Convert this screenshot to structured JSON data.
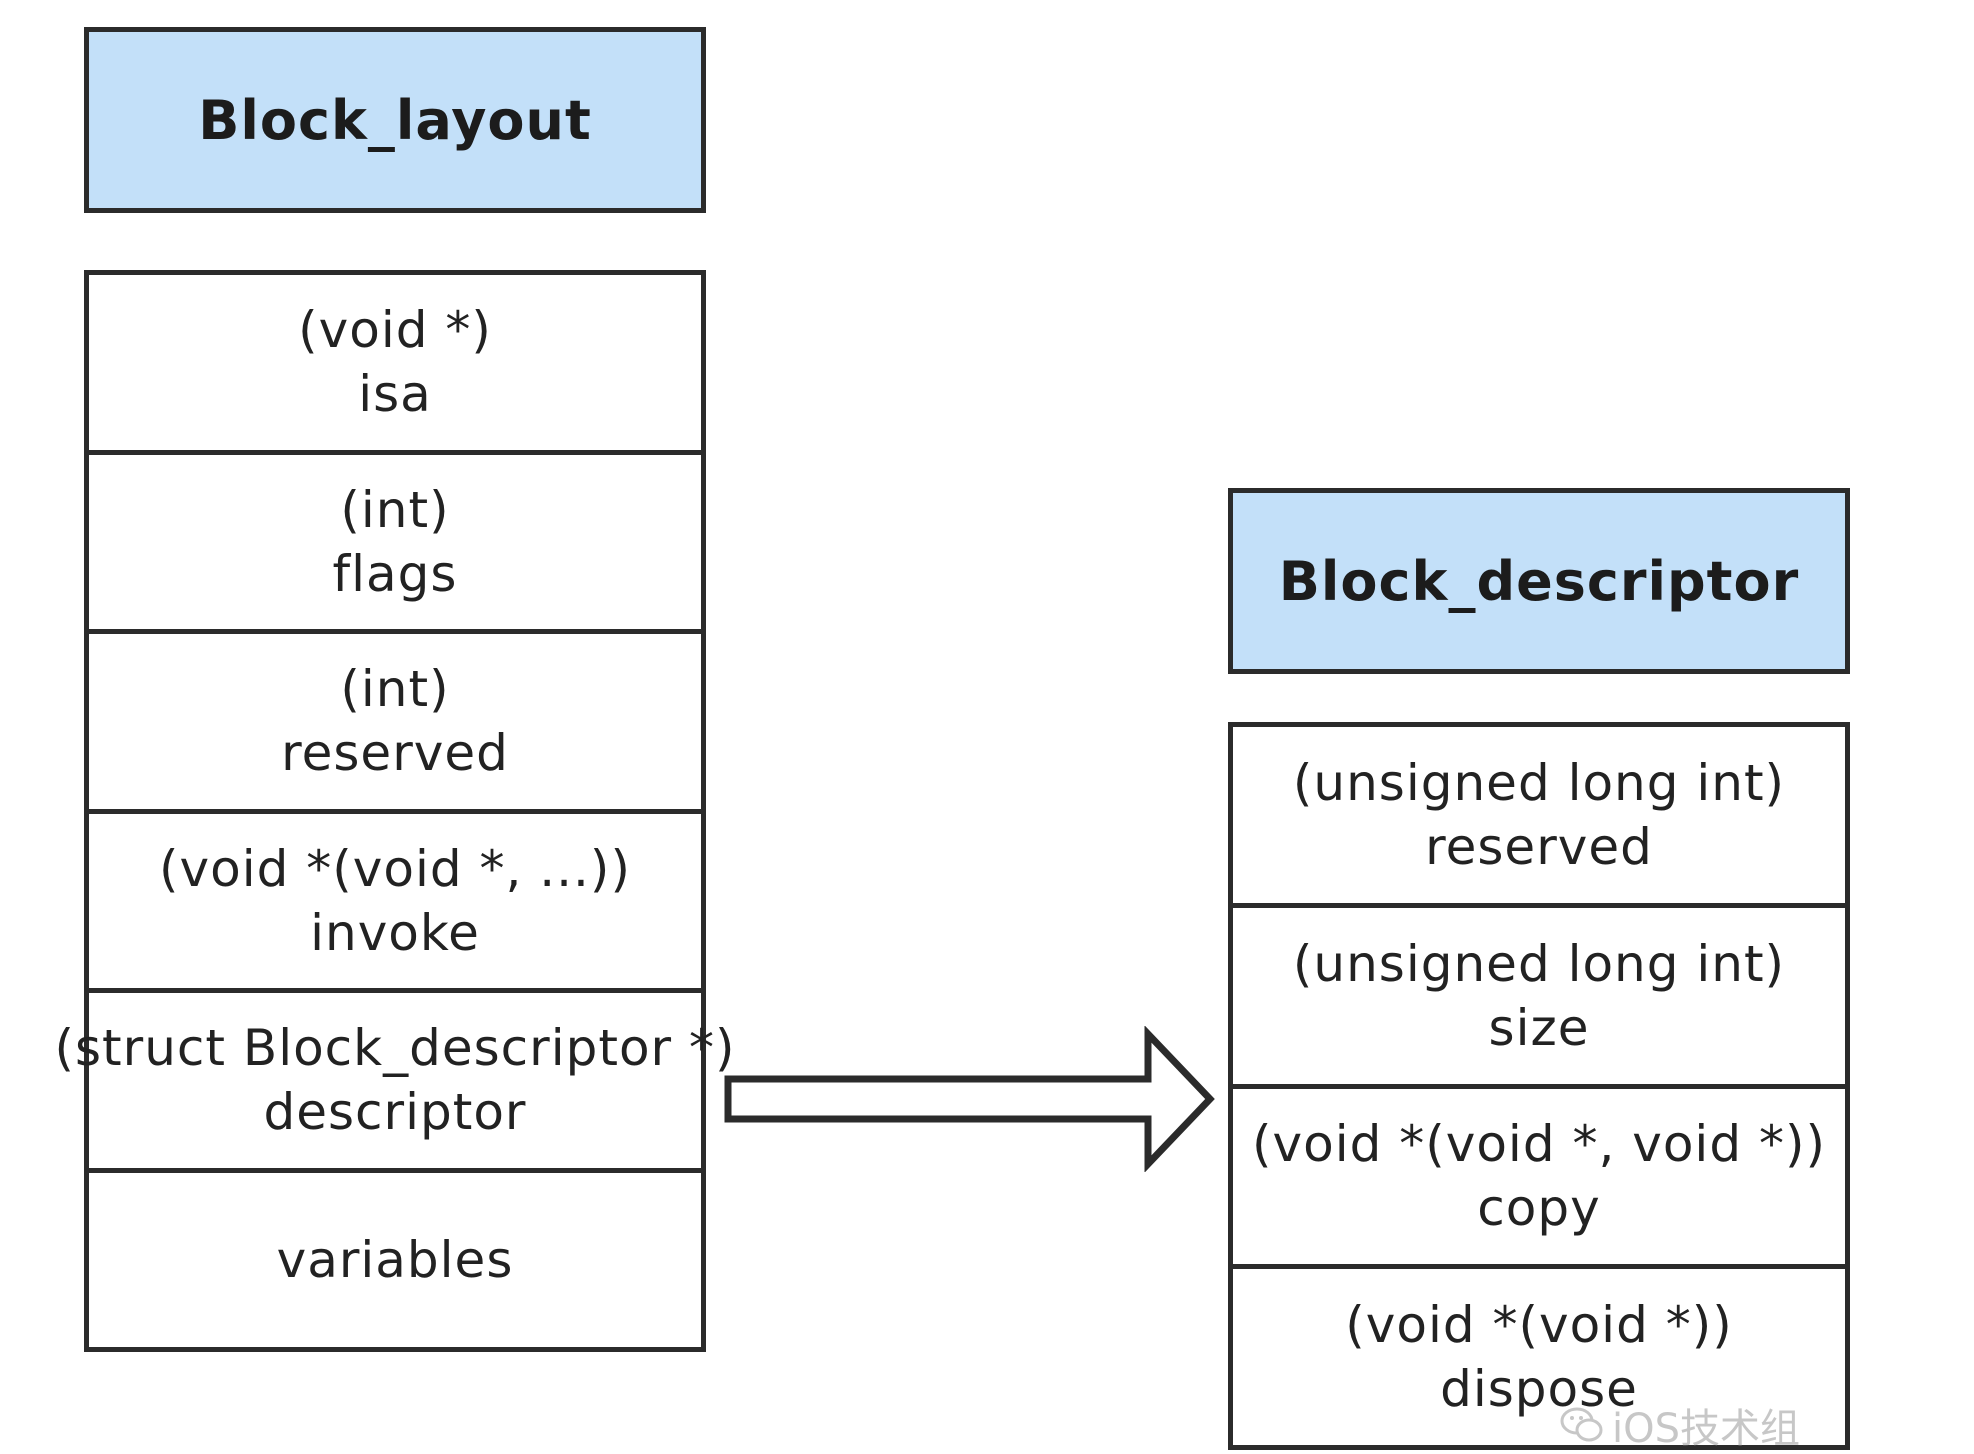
{
  "block_layout": {
    "title": "Block_layout",
    "fields": [
      {
        "type": "(void *)",
        "name": "isa"
      },
      {
        "type": "(int)",
        "name": "flags"
      },
      {
        "type": "(int)",
        "name": "reserved"
      },
      {
        "type": "(void *(void *, ...))",
        "name": "invoke"
      },
      {
        "type": "(struct Block_descriptor *)",
        "name": "descriptor"
      },
      {
        "type": "",
        "name": "variables"
      }
    ]
  },
  "block_descriptor": {
    "title": "Block_descriptor",
    "fields": [
      {
        "type": "(unsigned long int)",
        "name": "reserved"
      },
      {
        "type": "(unsigned long int)",
        "name": "size"
      },
      {
        "type": "(void *(void *, void *))",
        "name": "copy"
      },
      {
        "type": "(void *(void *))",
        "name": "dispose"
      }
    ]
  },
  "watermark": {
    "text": "iOS技术组",
    "icon": "wechat-icon"
  },
  "colors": {
    "header_fill": "#c3e0f9",
    "stroke": "#2b2b2b",
    "text": "#222222"
  }
}
